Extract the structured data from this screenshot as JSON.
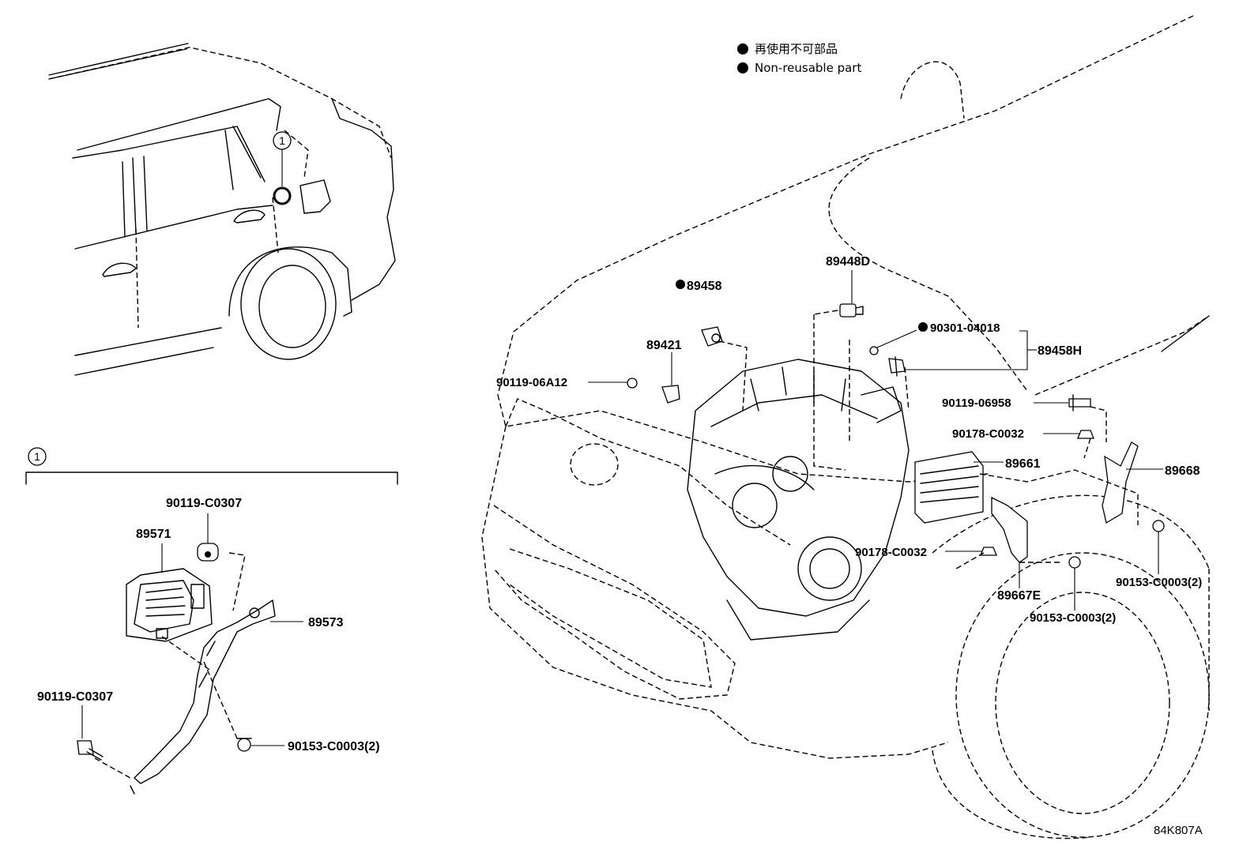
{
  "legend": {
    "line1": "再使用不可部品",
    "line2": "Non-reusable part"
  },
  "callout": {
    "number": "1"
  },
  "detail_box": {
    "number": "1"
  },
  "parts": {
    "p89571": "89571",
    "p90119_c0307_top": "90119-C0307",
    "p89573": "89573",
    "p90119_c0307_bottom": "90119-C0307",
    "p90153_c0003_left": "90153-C0003(2)",
    "p89458": "89458",
    "p89448d": "89448D",
    "p89421": "89421",
    "p90301_04018": "90301-04018",
    "p89458h": "89458H",
    "p90119_06a12": "90119-06A12",
    "p90119_06958": "90119-06958",
    "p90178_c0032_top": "90178-C0032",
    "p89661": "89661",
    "p89668": "89668",
    "p90178_c0032_mid": "90178-C0032",
    "p90153_c0003_right": "90153-C0003(2)",
    "p89667e": "89667E",
    "p90153_c0003_center": "90153-C0003(2)"
  },
  "non_reusable_marked": [
    "89458",
    "90301-04018"
  ],
  "figure_code": "84K807A"
}
